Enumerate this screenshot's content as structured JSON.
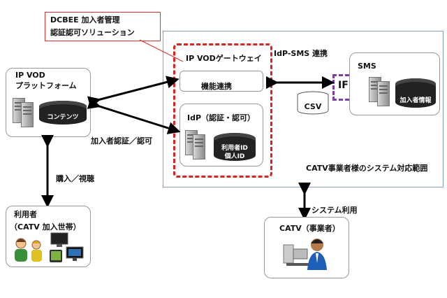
{
  "callout": {
    "line1": "DCBEE 加入者管理",
    "line2": "認証認可ソリューション"
  },
  "ipvod": {
    "line1": "IP VOD",
    "line2": "プラットフォーム",
    "contents": "コンテンツ"
  },
  "gateway": {
    "title": "IP VODゲートウェイ",
    "func_link": "機能連携",
    "idp_title": "IdP（認証・認可）",
    "user_id": "利用者ID",
    "personal_id": "個人ID"
  },
  "idp_sms_link": "IdP-SMS 連携",
  "csv": "CSV",
  "if_label": "IF",
  "sms": {
    "title": "SMS",
    "subscriber_info": "加入者情報"
  },
  "catv_scope": "CATV事業者様のシステム対応範囲",
  "auth_label": "加入者認証／認可",
  "purchase_label": "購入／視聴",
  "system_use_label": "システム利用",
  "user": {
    "line1": "利用者",
    "line2": "（CATV 加入世帯）"
  },
  "catv_operator": "CATV（事業者）"
}
